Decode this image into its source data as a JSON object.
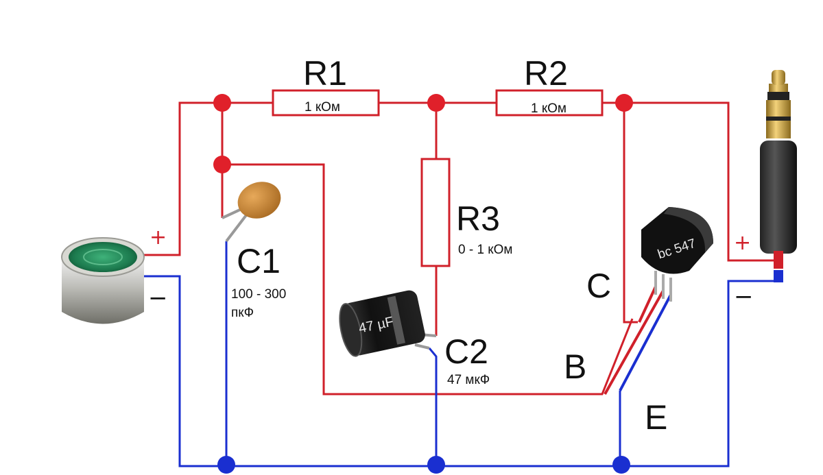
{
  "resistors": {
    "r1": {
      "name": "R1",
      "value": "1 кОм"
    },
    "r2": {
      "name": "R2",
      "value": "1 кОм"
    },
    "r3": {
      "name": "R3",
      "value": "0 - 1 кОм"
    }
  },
  "capacitors": {
    "c1": {
      "name": "C1",
      "value_line1": "100 - 300",
      "value_line2": "пкФ"
    },
    "c2": {
      "name": "C2",
      "value": "47 мкФ",
      "body_text": "47 µF"
    }
  },
  "transistor": {
    "marking": "bc 547",
    "pins": {
      "collector": "C",
      "base": "B",
      "emitter": "E"
    }
  },
  "polarity": {
    "mic_plus": "+",
    "mic_minus": "−",
    "jack_plus": "+",
    "jack_minus": "−"
  },
  "colors": {
    "positive_wire": "#d0202a",
    "negative_wire": "#1a2fd0",
    "junction_red": "#e0202a",
    "junction_blue": "#1a2fd0"
  }
}
